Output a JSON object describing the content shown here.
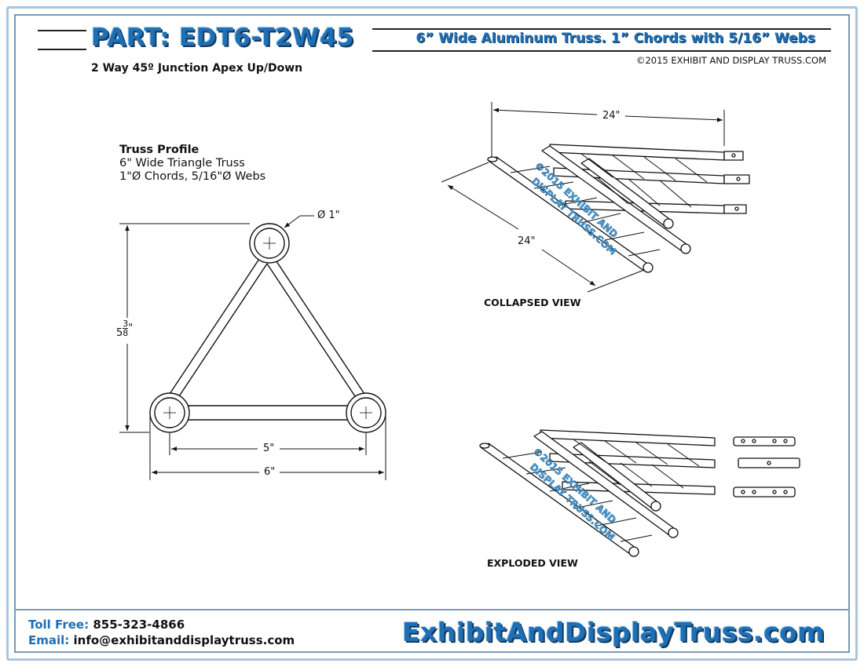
{
  "header": {
    "part_title": "PART: EDT6-T2W45",
    "description": "6” Wide Aluminum Truss. 1” Chords with 5/16” Webs",
    "copyright": "©2015 EXHIBIT AND DISPLAY TRUSS.COM",
    "subtitle": "2 Way 45º Junction Apex Up/Down"
  },
  "profile": {
    "heading": "Truss Profile",
    "line1": "6\" Wide Triangle Truss",
    "line2": "1\"Ø Chords, 5/16\"Ø Webs",
    "chord_dia": "Ø 1\"",
    "height_whole": "5",
    "height_num": "3",
    "height_den": "8",
    "height_unit": "\"",
    "inner_width": "5\"",
    "outer_width": "6\""
  },
  "views": {
    "collapsed_label": "COLLAPSED VIEW",
    "collapsed_dim_top": "24\"",
    "collapsed_dim_side": "24\"",
    "exploded_label": "EXPLODED VIEW",
    "watermark1": "©2015 EXHIBIT AND",
    "watermark2": "DISPLAY TRUSS.COM"
  },
  "footer": {
    "phone_label": "Toll Free:",
    "phone": "855-323-4866",
    "email_label": "Email:",
    "email": "info@exhibitanddisplaytruss.com",
    "website": "ExhibitAndDisplayTruss.com"
  },
  "colors": {
    "brand_blue": "#1f6fb5",
    "frame": "#7a9ab6"
  }
}
